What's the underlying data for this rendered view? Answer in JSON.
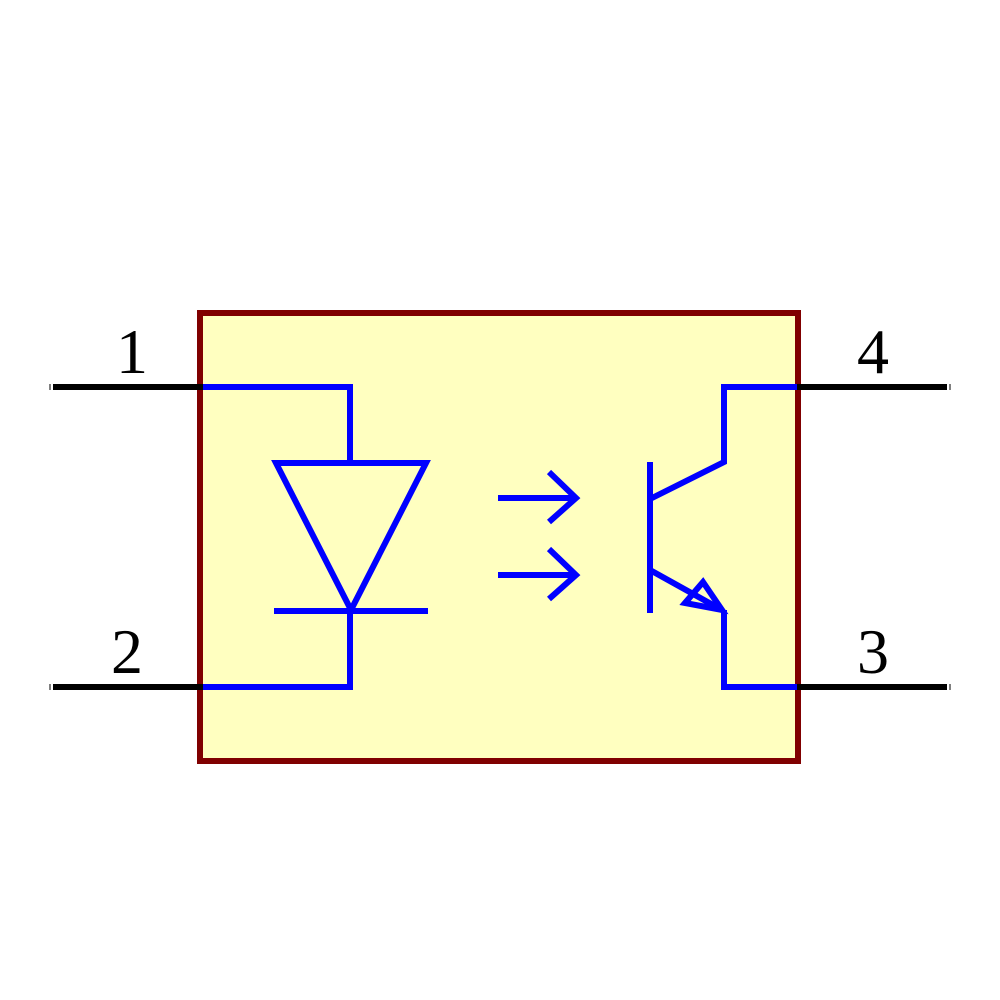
{
  "colors": {
    "body_fill": "#ffffc0",
    "body_stroke": "#800000",
    "symbol": "#0000ff",
    "pin_wire": "#000000",
    "background": "#ffffff"
  },
  "pins": [
    {
      "number": "1"
    },
    {
      "number": "2"
    },
    {
      "number": "3"
    },
    {
      "number": "4"
    }
  ],
  "symbols": {
    "emitter_side": "led-diode-icon",
    "light_path": "light-arrows-icon",
    "detector_side": "npn-phototransistor-icon"
  }
}
